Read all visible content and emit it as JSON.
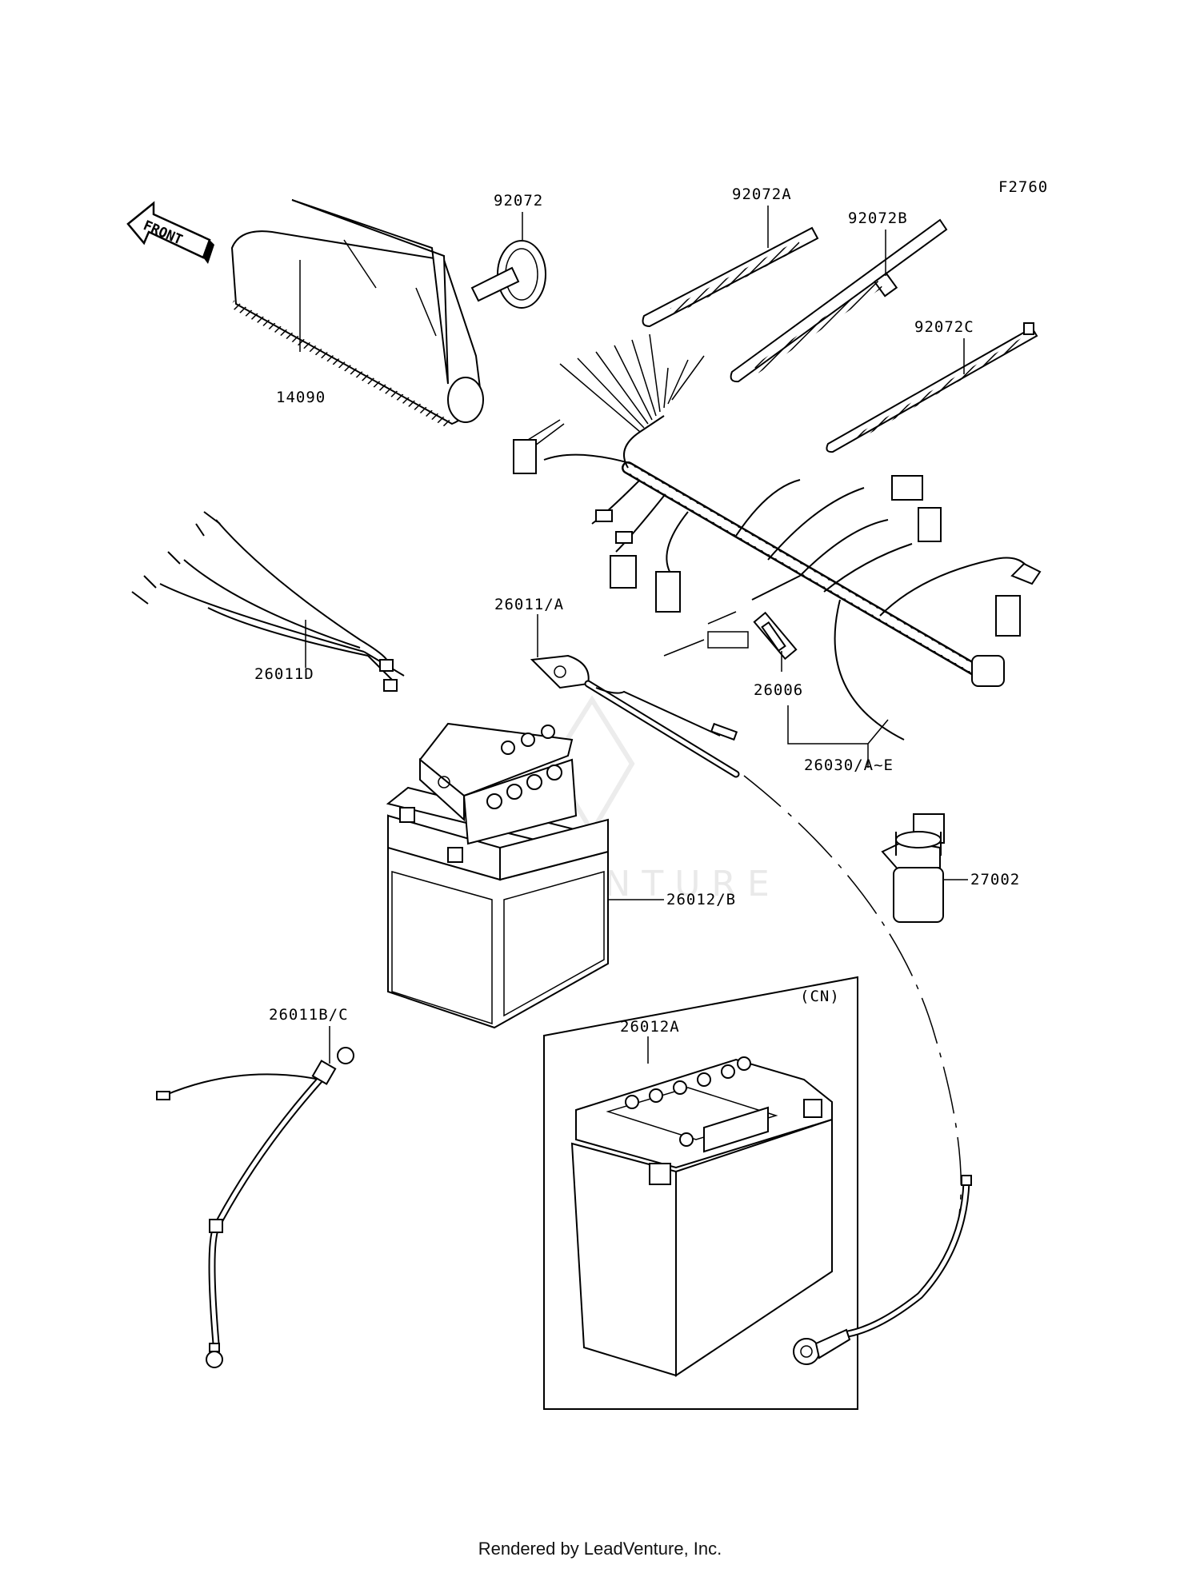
{
  "figure_code": "F2760",
  "front_label": "FRONT",
  "watermark": "LEADVENTURE",
  "group_label": "(CN)",
  "parts": {
    "p14090": "14090",
    "p92072": "92072",
    "p92072A": "92072A",
    "p92072B": "92072B",
    "p92072C": "92072C",
    "p26011D": "26011D",
    "p26011A": "26011/A",
    "p26006": "26006",
    "p26030": "26030/A~E",
    "p27002": "27002",
    "p26012B": "26012/B",
    "p26011BC": "26011B/C",
    "p26012A": "26012A"
  },
  "footer": "Rendered by LeadVenture, Inc."
}
